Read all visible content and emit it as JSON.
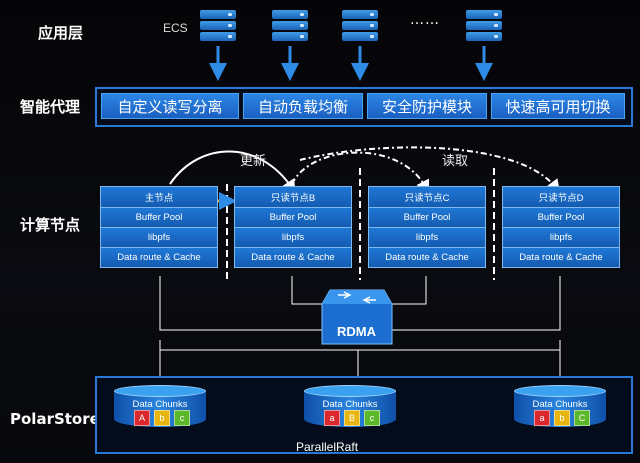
{
  "rows": {
    "app": "应用层",
    "proxy": "智能代理",
    "compute": "计算节点",
    "storage": "PolarStore"
  },
  "ecs_label": "ECS",
  "ellipsis": "……",
  "proxy_items": [
    "自定义读写分离",
    "自动负载均衡",
    "安全防护模块",
    "快速高可用切换"
  ],
  "nodes": [
    {
      "title": "主节点",
      "cells": [
        "Buffer Pool",
        "libpfs",
        "Data route & Cache"
      ]
    },
    {
      "title": "只读节点B",
      "cells": [
        "Buffer Pool",
        "libpfs",
        "Data route & Cache"
      ]
    },
    {
      "title": "只读节点C",
      "cells": [
        "Buffer Pool",
        "libpfs",
        "Data route & Cache"
      ]
    },
    {
      "title": "只读节点D",
      "cells": [
        "Buffer Pool",
        "libpfs",
        "Data route & Cache"
      ]
    }
  ],
  "labels": {
    "update": "更新",
    "read": "读取",
    "rdma": "RDMA",
    "parallel_raft": "ParallelRaft"
  },
  "stores": [
    {
      "title": "Data Chunks",
      "chunks": [
        "A",
        "b",
        "c"
      ]
    },
    {
      "title": "Data Chunks",
      "chunks": [
        "a",
        "B",
        "c"
      ]
    },
    {
      "title": "Data Chunks",
      "chunks": [
        "a",
        "b",
        "C"
      ]
    }
  ],
  "colors": {
    "accent_blue": "#2a78d6",
    "chunk_red": "#d9282e",
    "chunk_yellow": "#e7b410",
    "chunk_green": "#5cb82a",
    "arrow_orange": "#f0a020"
  }
}
